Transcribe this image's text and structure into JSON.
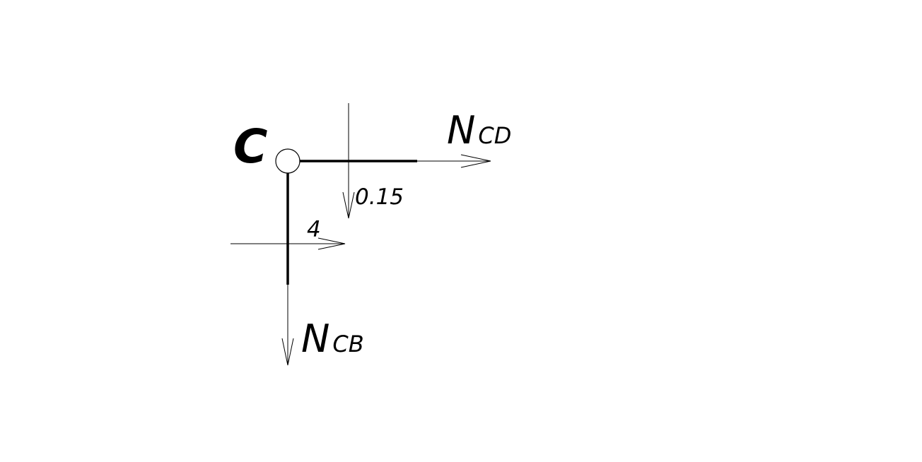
{
  "node": {
    "label": "C"
  },
  "forces": {
    "ncd": {
      "main": "N",
      "sub": "CD"
    },
    "ncb": {
      "main": "N",
      "sub": "CB"
    },
    "load_vertical": {
      "value": "0.15"
    },
    "load_horizontal": {
      "value": "4"
    }
  },
  "colors": {
    "line": "#000000",
    "background": "#ffffff"
  }
}
